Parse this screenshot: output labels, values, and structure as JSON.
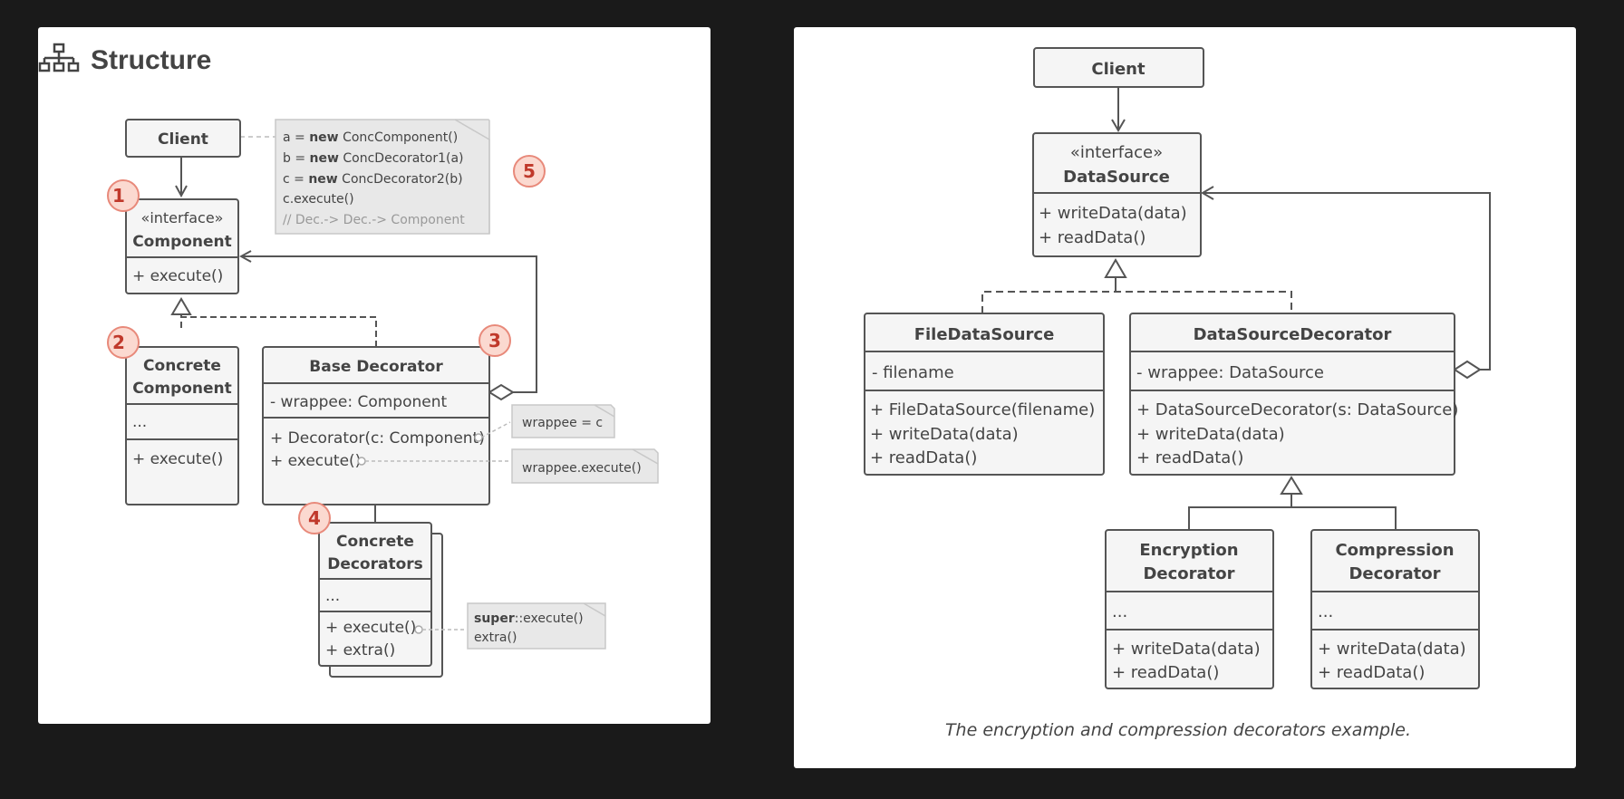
{
  "left": {
    "heading": "Structure",
    "client": "Client",
    "component": {
      "stereotype": "«interface»",
      "name": "Component",
      "method": "+ execute()"
    },
    "concrete_component": {
      "name_line1": "Concrete",
      "name_line2": "Component",
      "fields": "...",
      "method": "+ execute()"
    },
    "base_decorator": {
      "name": "Base Decorator",
      "field": "- wrappee: Component",
      "method1": "+ Decorator(c: Component)",
      "method2": "+ execute()"
    },
    "concrete_decorators": {
      "name_line1": "Concrete",
      "name_line2": "Decorators",
      "fields": "...",
      "method1": "+ execute()",
      "method2": "+ extra()"
    },
    "code_note": {
      "line1_a": "a = ",
      "line1_kw": "new",
      "line1_b": " ConcComponent()",
      "line2_a": "b = ",
      "line2_kw": "new",
      "line2_b": " ConcDecorator1(a)",
      "line3_a": "c = ",
      "line3_kw": "new",
      "line3_b": " ConcDecorator2(b)",
      "line4": "c.execute()",
      "line5": "// Dec.-> Dec.-> Component"
    },
    "note_wrappee": "wrappee = c",
    "note_execute": "wrappee.execute()",
    "note_super_kw": "super",
    "note_super_rest": "::execute()",
    "note_extra": "extra()",
    "badges": [
      "1",
      "2",
      "3",
      "4",
      "5"
    ]
  },
  "right": {
    "client": "Client",
    "datasource": {
      "stereotype": "«interface»",
      "name": "DataSource",
      "method1": "+ writeData(data)",
      "method2": "+ readData()"
    },
    "file_datasource": {
      "name": "FileDataSource",
      "field": "- filename",
      "method1": "+ FileDataSource(filename)",
      "method2": "+ writeData(data)",
      "method3": "+ readData()"
    },
    "datasource_decorator": {
      "name": "DataSourceDecorator",
      "field": "- wrappee: DataSource",
      "method1": "+ DataSourceDecorator(s: DataSource)",
      "method2": "+ writeData(data)",
      "method3": "+ readData()"
    },
    "encryption_decorator": {
      "name_line1": "Encryption",
      "name_line2": "Decorator",
      "fields": "...",
      "method1": "+ writeData(data)",
      "method2": "+ readData()"
    },
    "compression_decorator": {
      "name_line1": "Compression",
      "name_line2": "Decorator",
      "fields": "...",
      "method1": "+ writeData(data)",
      "method2": "+ readData()"
    },
    "caption": "The encryption and compression decorators example."
  },
  "colors": {
    "box_fill": "#f5f5f5",
    "box_stroke": "#555555",
    "note_fill": "#e8e8e8",
    "badge_fill": "#fbd9d0",
    "badge_stroke": "#e8897a",
    "badge_text": "#c0392b"
  }
}
